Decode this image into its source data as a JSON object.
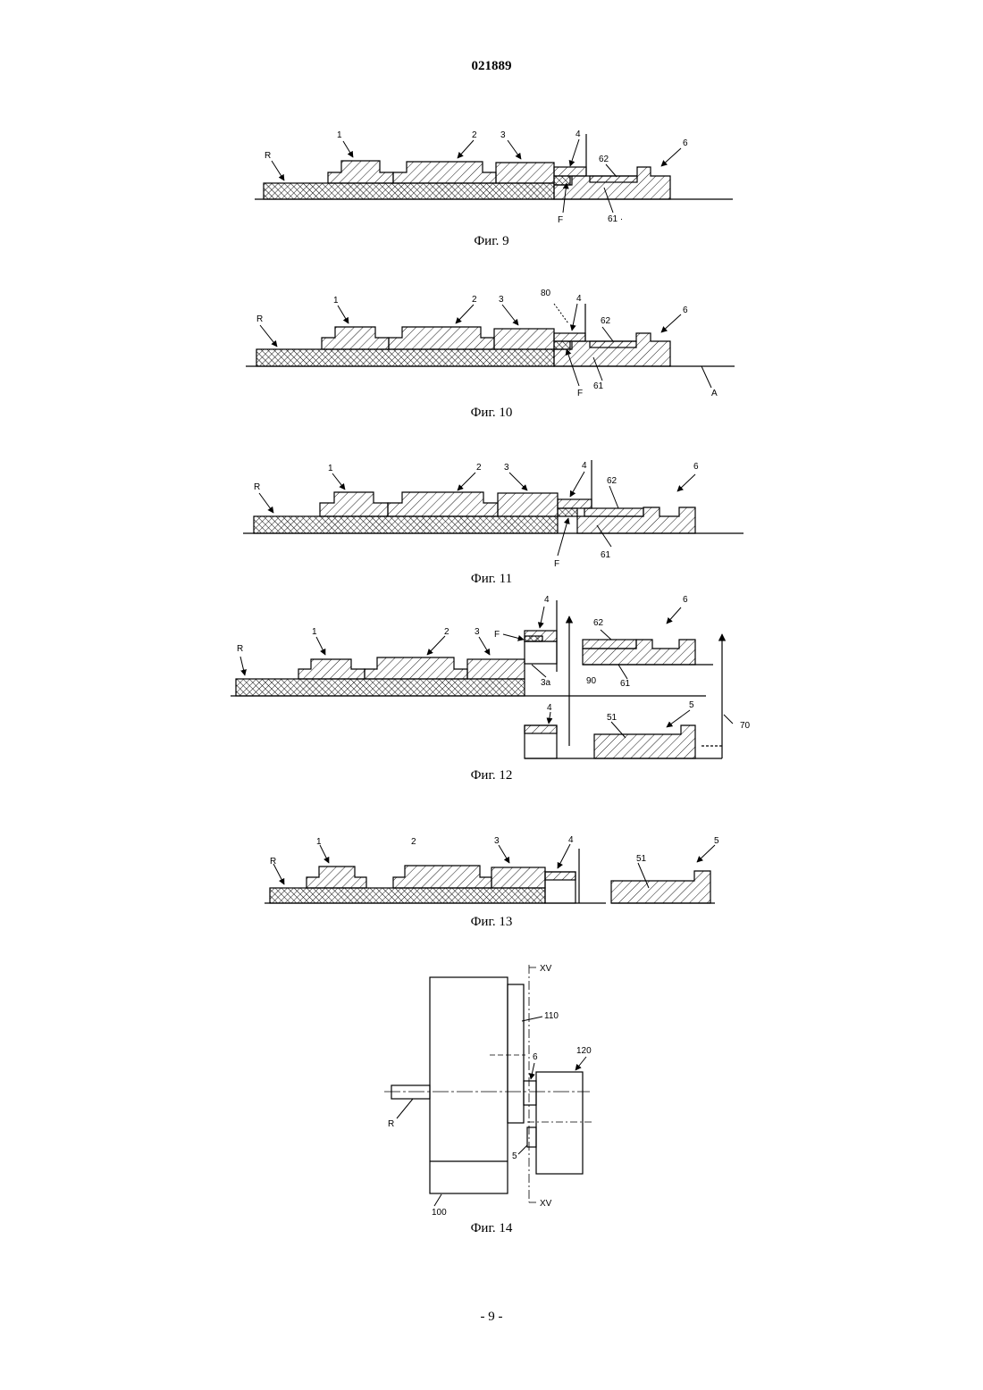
{
  "header": {
    "doc_number": "021889"
  },
  "footer": {
    "page_number": "- 9 -"
  },
  "figures": [
    {
      "caption": "Фиг. 9",
      "labels": {
        "R": "R",
        "p1": "1",
        "p2": "2",
        "p3": "3",
        "p4": "4",
        "p6": "6",
        "p62": "62",
        "F": "F",
        "p61": "61 ·"
      }
    },
    {
      "caption": "Фиг. 10",
      "labels": {
        "R": "R",
        "p1": "1",
        "p2": "2",
        "p3": "3",
        "p80": "80",
        "p4": "4",
        "p62": "62",
        "p6": "6",
        "F": "F",
        "p61": "61",
        "A": "A"
      }
    },
    {
      "caption": "Фиг. 11",
      "labels": {
        "R": "R",
        "p1": "1",
        "p2": "2",
        "p3": "3",
        "p4": "4",
        "p62": "62",
        "p6": "6",
        "F": "F",
        "p61": "61"
      }
    },
    {
      "caption": "Фиг. 12",
      "labels": {
        "R": "R",
        "p1": "1",
        "p2": "2",
        "p3": "3",
        "F": "F",
        "p4": "4",
        "p3a": "3a",
        "p90": "90",
        "p62": "62",
        "p6": "6",
        "p61": "61",
        "p4b": "4",
        "p51": "51",
        "p5": "5",
        "p70": "70"
      }
    },
    {
      "caption": "Фиг. 13",
      "labels": {
        "R": "R",
        "p1": "1",
        "p2": "2",
        "p3": "3",
        "p4": "4",
        "p51": "51",
        "p5": "5"
      }
    },
    {
      "caption": "Фиг. 14",
      "labels": {
        "XVtop": "XV",
        "p110": "110",
        "p6": "6",
        "p120": "120",
        "R": "R",
        "p5": "5",
        "p100": "100",
        "XVbot": "XV"
      }
    }
  ]
}
